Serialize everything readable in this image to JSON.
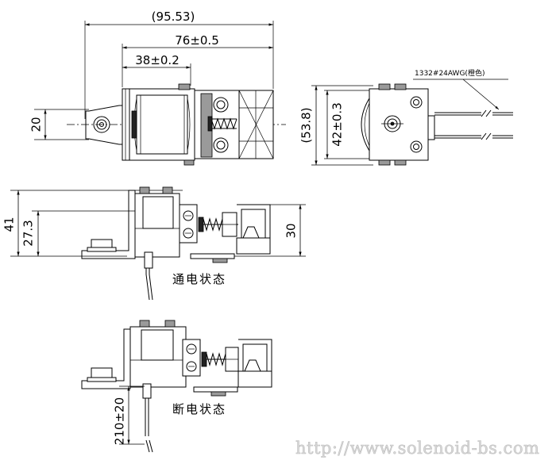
{
  "dimensions": {
    "overall_length": "(95.53)",
    "body_length": "76±0.5",
    "stroke_ref": "38±0.2",
    "mount_height": "20",
    "total_height": "(53.8)",
    "body_height": "42±0.3",
    "side_height": "41",
    "side_inner": "27.3",
    "right_height": "30",
    "lead_length": "210±20"
  },
  "wire_label": "1332#24AWG(橙色)",
  "states": {
    "energized": "通电状态",
    "de_energized": "断电状态"
  },
  "watermark": "http://www.solenoid-bs.com"
}
